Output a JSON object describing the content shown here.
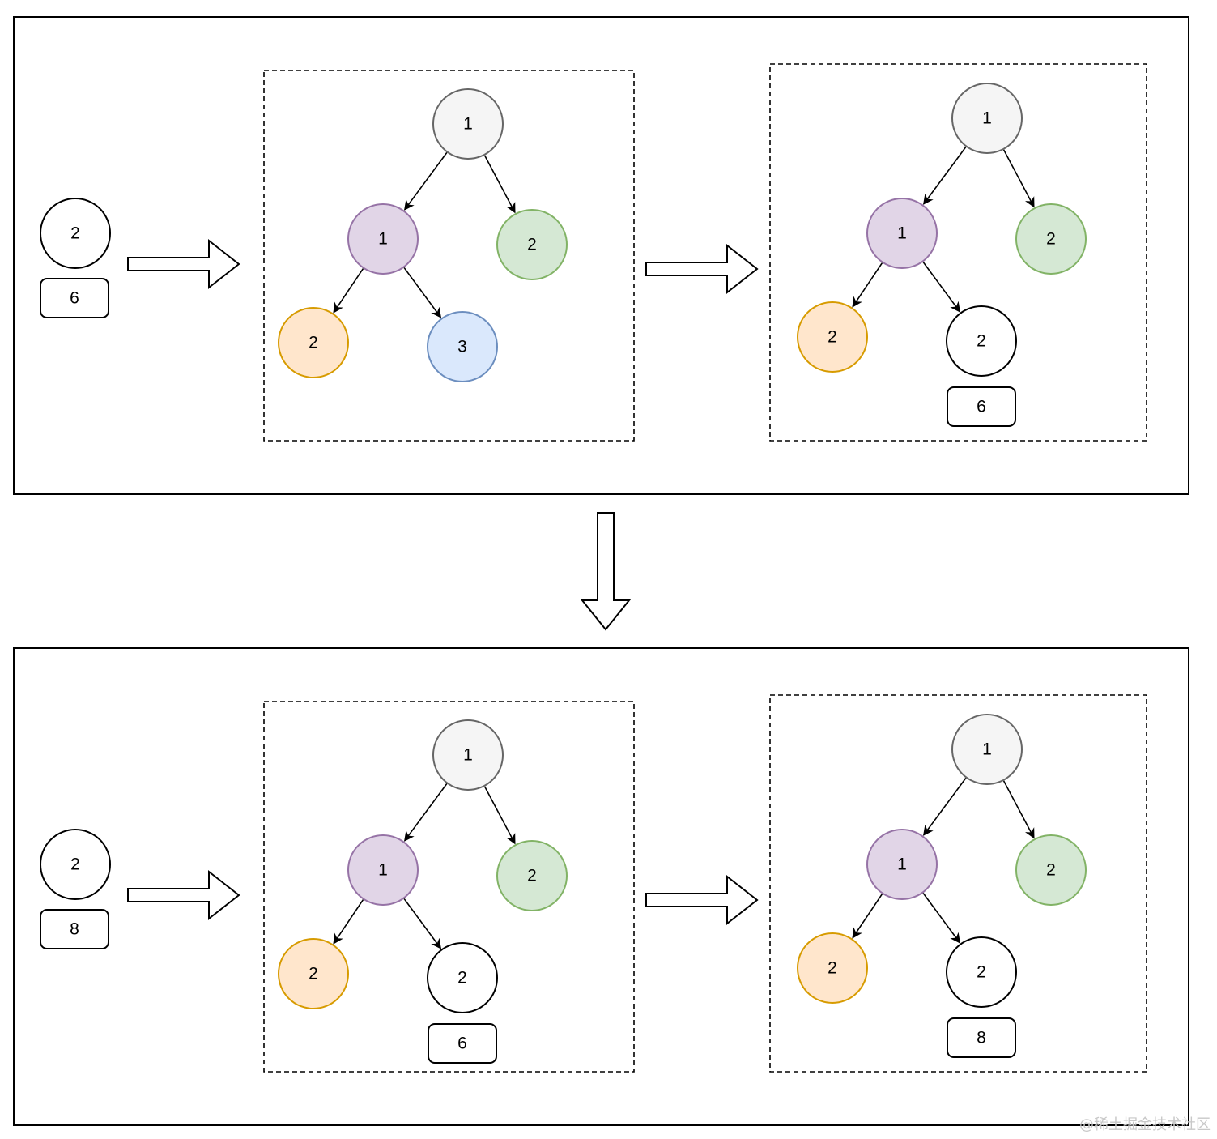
{
  "panels": [
    {
      "input": {
        "node": "2",
        "weight": "6"
      },
      "before": {
        "nodes": [
          "1",
          "1",
          "2",
          "2",
          "3"
        ],
        "weight": ""
      },
      "after": {
        "nodes": [
          "1",
          "1",
          "2",
          "2",
          "2"
        ],
        "weight": "6"
      }
    },
    {
      "input": {
        "node": "2",
        "weight": "8"
      },
      "before": {
        "nodes": [
          "1",
          "1",
          "2",
          "2",
          "2"
        ],
        "weight": "6"
      },
      "after": {
        "nodes": [
          "1",
          "1",
          "2",
          "2",
          "2"
        ],
        "weight": "8"
      }
    }
  ],
  "colors": {
    "root": {
      "fill": "#f5f5f5",
      "stroke": "#666666"
    },
    "purple": {
      "fill": "#e1d5e7",
      "stroke": "#9673a6"
    },
    "green": {
      "fill": "#d5e8d4",
      "stroke": "#82b366"
    },
    "orange": {
      "fill": "#ffe6cc",
      "stroke": "#d79b00"
    },
    "blue": {
      "fill": "#dae8fc",
      "stroke": "#6c8ebf"
    },
    "plain": {
      "fill": "#ffffff",
      "stroke": "#000000"
    }
  },
  "node_colors": {
    "panel1_before": [
      "root",
      "purple",
      "green",
      "orange",
      "blue"
    ],
    "panel1_after": [
      "root",
      "purple",
      "green",
      "orange",
      "plain"
    ],
    "panel2_before": [
      "root",
      "purple",
      "green",
      "orange",
      "plain"
    ],
    "panel2_after": [
      "root",
      "purple",
      "green",
      "orange",
      "plain"
    ]
  },
  "watermark": "@稀土掘金技术社区"
}
